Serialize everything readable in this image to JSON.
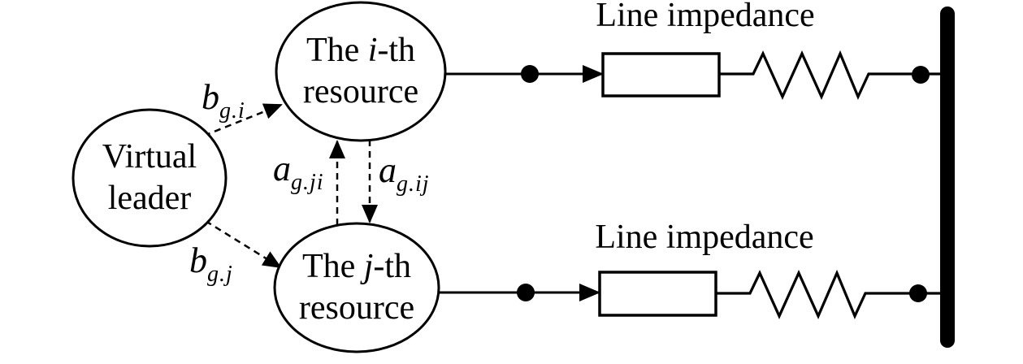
{
  "figure": {
    "background": "#ffffff",
    "ink": "#000000"
  },
  "nodes": {
    "virtual_leader": {
      "line1": "Virtual",
      "line2": "leader"
    },
    "resource_i": {
      "line1_prefix": "The ",
      "line1_index": "i",
      "line1_suffix": "-th",
      "line2": "resource"
    },
    "resource_j": {
      "line1_prefix": "The ",
      "line1_index": "j",
      "line1_suffix": "-th",
      "line2": "resource"
    }
  },
  "gains": {
    "leader_to_i": {
      "base": "b",
      "sub": "g.i"
    },
    "leader_to_j": {
      "base": "b",
      "sub": "g.j"
    },
    "j_to_i": {
      "base": "a",
      "sub": "g.ji"
    },
    "i_to_j": {
      "base": "a",
      "sub": "g.ij"
    }
  },
  "impedance": {
    "top_label": "Line impedance",
    "bottom_label": "Line impedance"
  }
}
